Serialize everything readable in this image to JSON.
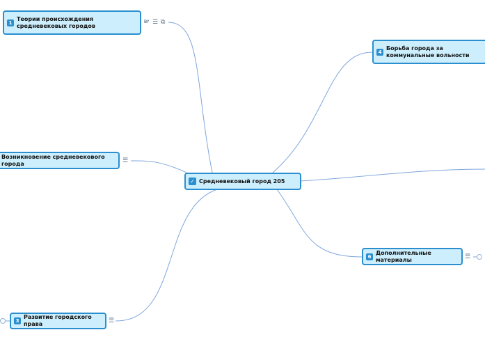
{
  "central": {
    "label": "Средневековый город 205",
    "icon": "checkbox-checked-icon"
  },
  "topics": [
    {
      "num": "1",
      "label": "Теории происхождения средневековых городов",
      "tag": "BY"
    },
    {
      "num": "",
      "label": "Возникновение средневекового города"
    },
    {
      "num": "3",
      "label": "Развитие городского права"
    },
    {
      "num": "4",
      "label": "Борьба города за коммунальные вольности"
    },
    {
      "num": "6",
      "label": "Дополнительные материалы"
    }
  ],
  "colors": {
    "node_bg": "#cdeefc",
    "node_border": "#2b8fcf",
    "link": "#7fa6dc"
  }
}
